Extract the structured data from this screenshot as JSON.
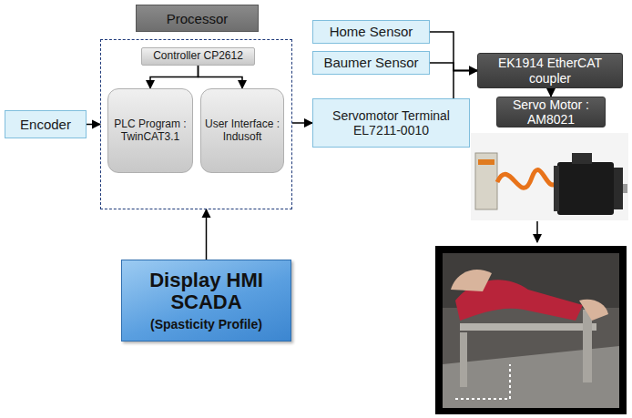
{
  "diagram": {
    "nodes": [
      {
        "text": [
          "Processor"
        ]
      },
      {
        "text": [
          "Controller CP2612"
        ],
        "in": 0
      },
      {
        "text": [
          "PLC Program : TwinCAT3.1"
        ],
        "in": 0
      },
      {
        "text": [
          "User Interface : Indusoft"
        ],
        "in": 0
      },
      {
        "text": [
          "Home Sensor"
        ]
      },
      {
        "text": [
          "Baumer Sensor"
        ]
      },
      {
        "text": [
          "Encoder"
        ]
      },
      {
        "text": [
          "Servomotor Terminal EL7211-0010"
        ]
      },
      {
        "text": [
          "EK1914 EtherCAT coupler"
        ]
      },
      {
        "text": [
          "Servo Motor : AM8021"
        ]
      },
      {
        "text": [
          "Display HMI SCADA",
          "(Spasticity Profile)"
        ]
      }
    ],
    "edges": [
      {
        "from": 1,
        "to": 2,
        "arrow": "to"
      },
      {
        "from": 1,
        "to": 3,
        "arrow": "to"
      },
      {
        "from": 6,
        "to": 0,
        "arrow": "to"
      },
      {
        "from": 0,
        "to": 7,
        "arrow": "to"
      },
      {
        "from": 4,
        "to": 8,
        "arrow": "to"
      },
      {
        "from": 5,
        "to": 8,
        "arrow": "to"
      },
      {
        "from": 7,
        "to": 8,
        "arrow": "to"
      },
      {
        "from": 8,
        "to": 9,
        "arrow": "to"
      },
      {
        "from": 10,
        "to": 0,
        "arrow": "to"
      }
    ]
  }
}
